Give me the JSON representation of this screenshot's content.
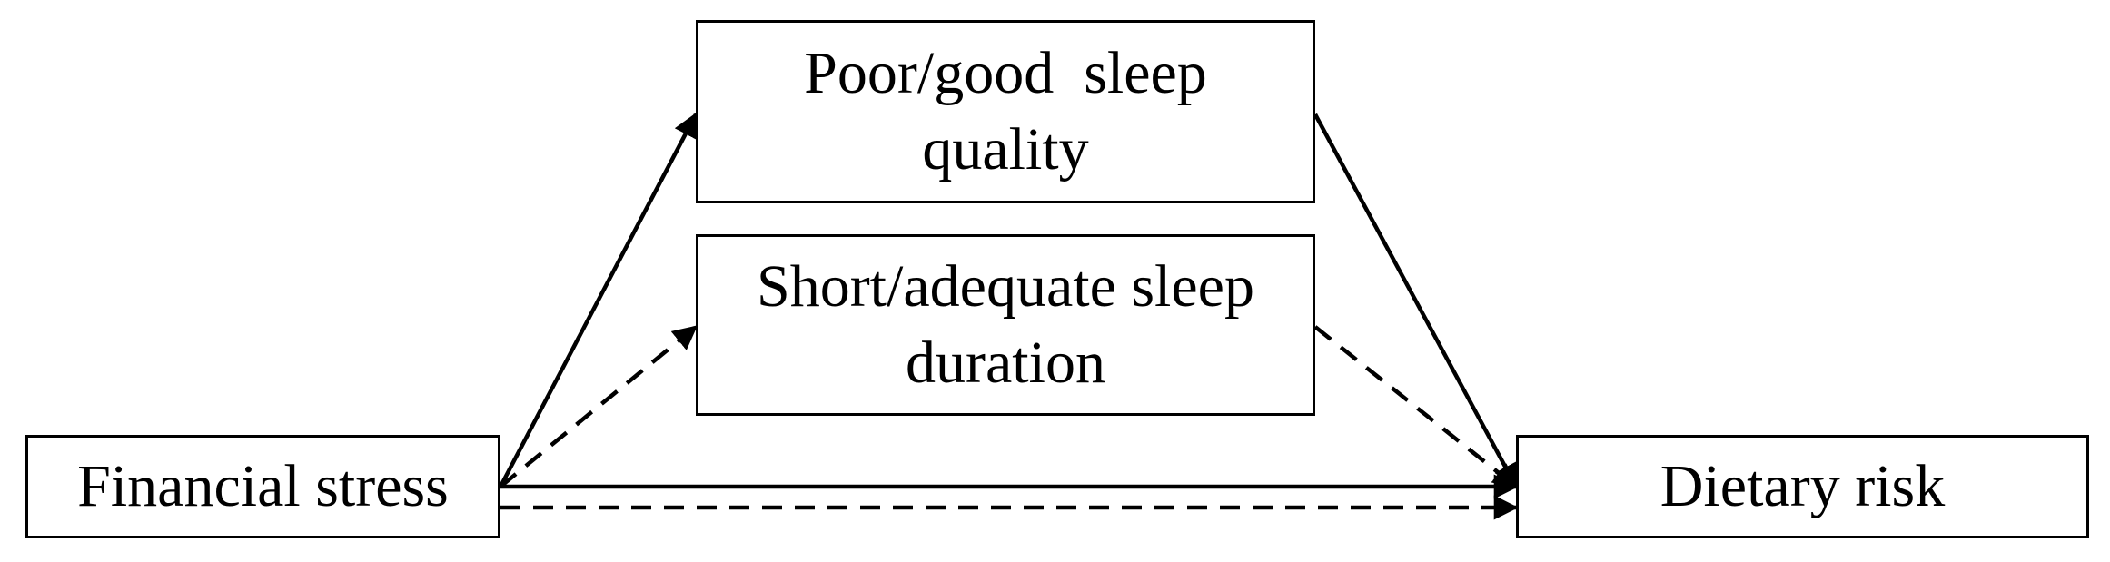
{
  "diagram": {
    "nodes": {
      "financial_stress": {
        "label": "Financial stress"
      },
      "dietary_risk": {
        "label": "Dietary risk"
      },
      "sleep_quality": {
        "line1": "Poor/good  sleep",
        "line2": "quality"
      },
      "sleep_duration": {
        "line1": "Short/adequate sleep",
        "line2": "duration"
      }
    },
    "edges": [
      {
        "from": "financial_stress",
        "to": "sleep_quality",
        "style": "solid"
      },
      {
        "from": "financial_stress",
        "to": "sleep_duration",
        "style": "dashed"
      },
      {
        "from": "sleep_quality",
        "to": "dietary_risk",
        "style": "solid"
      },
      {
        "from": "sleep_duration",
        "to": "dietary_risk",
        "style": "dashed"
      },
      {
        "from": "financial_stress",
        "to": "dietary_risk",
        "style": "solid"
      },
      {
        "from": "financial_stress",
        "to": "dietary_risk",
        "style": "dashed"
      }
    ],
    "colors": {
      "stroke": "#000000",
      "background": "#ffffff"
    }
  }
}
